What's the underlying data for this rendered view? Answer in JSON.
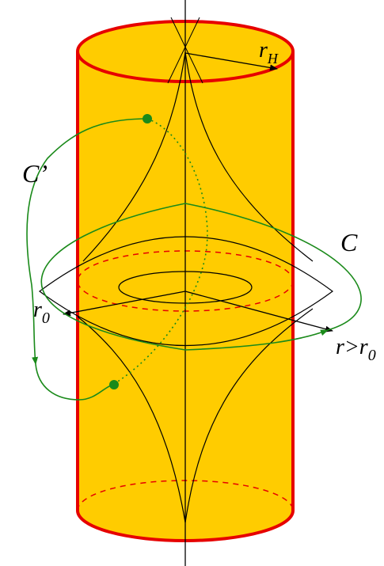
{
  "diagram": {
    "colors": {
      "fill": "#ffcc00",
      "rim": "#e60000",
      "curve": "#000000",
      "path": "#1a8a1a",
      "dashed": "#e60000"
    },
    "labels": {
      "radius_horizon": {
        "main": "r",
        "sub": "H"
      },
      "radius_zero": {
        "main": "r",
        "sub": "0"
      },
      "radius_greater": {
        "main": "r>r",
        "sub": "0"
      },
      "contour_c": "C",
      "contour_c_prime": "C’"
    }
  }
}
